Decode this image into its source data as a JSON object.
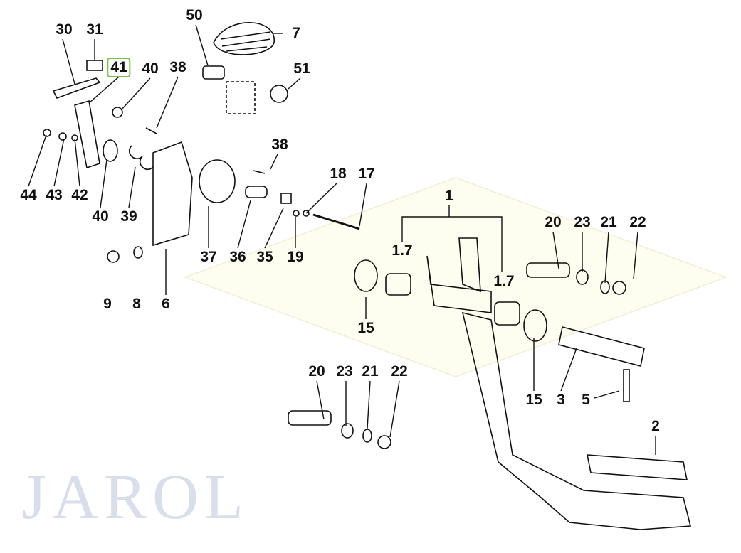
{
  "diagram": {
    "watermark": "JAROL",
    "highlighted_part": "41",
    "labels": [
      "30",
      "31",
      "41",
      "50",
      "7",
      "40",
      "38",
      "51",
      "44",
      "43",
      "42",
      "40",
      "39",
      "38",
      "18",
      "17",
      "1",
      "37",
      "36",
      "35",
      "19",
      "1.7",
      "1.7",
      "20",
      "23",
      "21",
      "22",
      "15",
      "9",
      "8",
      "6",
      "20",
      "23",
      "21",
      "22",
      "15",
      "3",
      "5",
      "2"
    ]
  }
}
